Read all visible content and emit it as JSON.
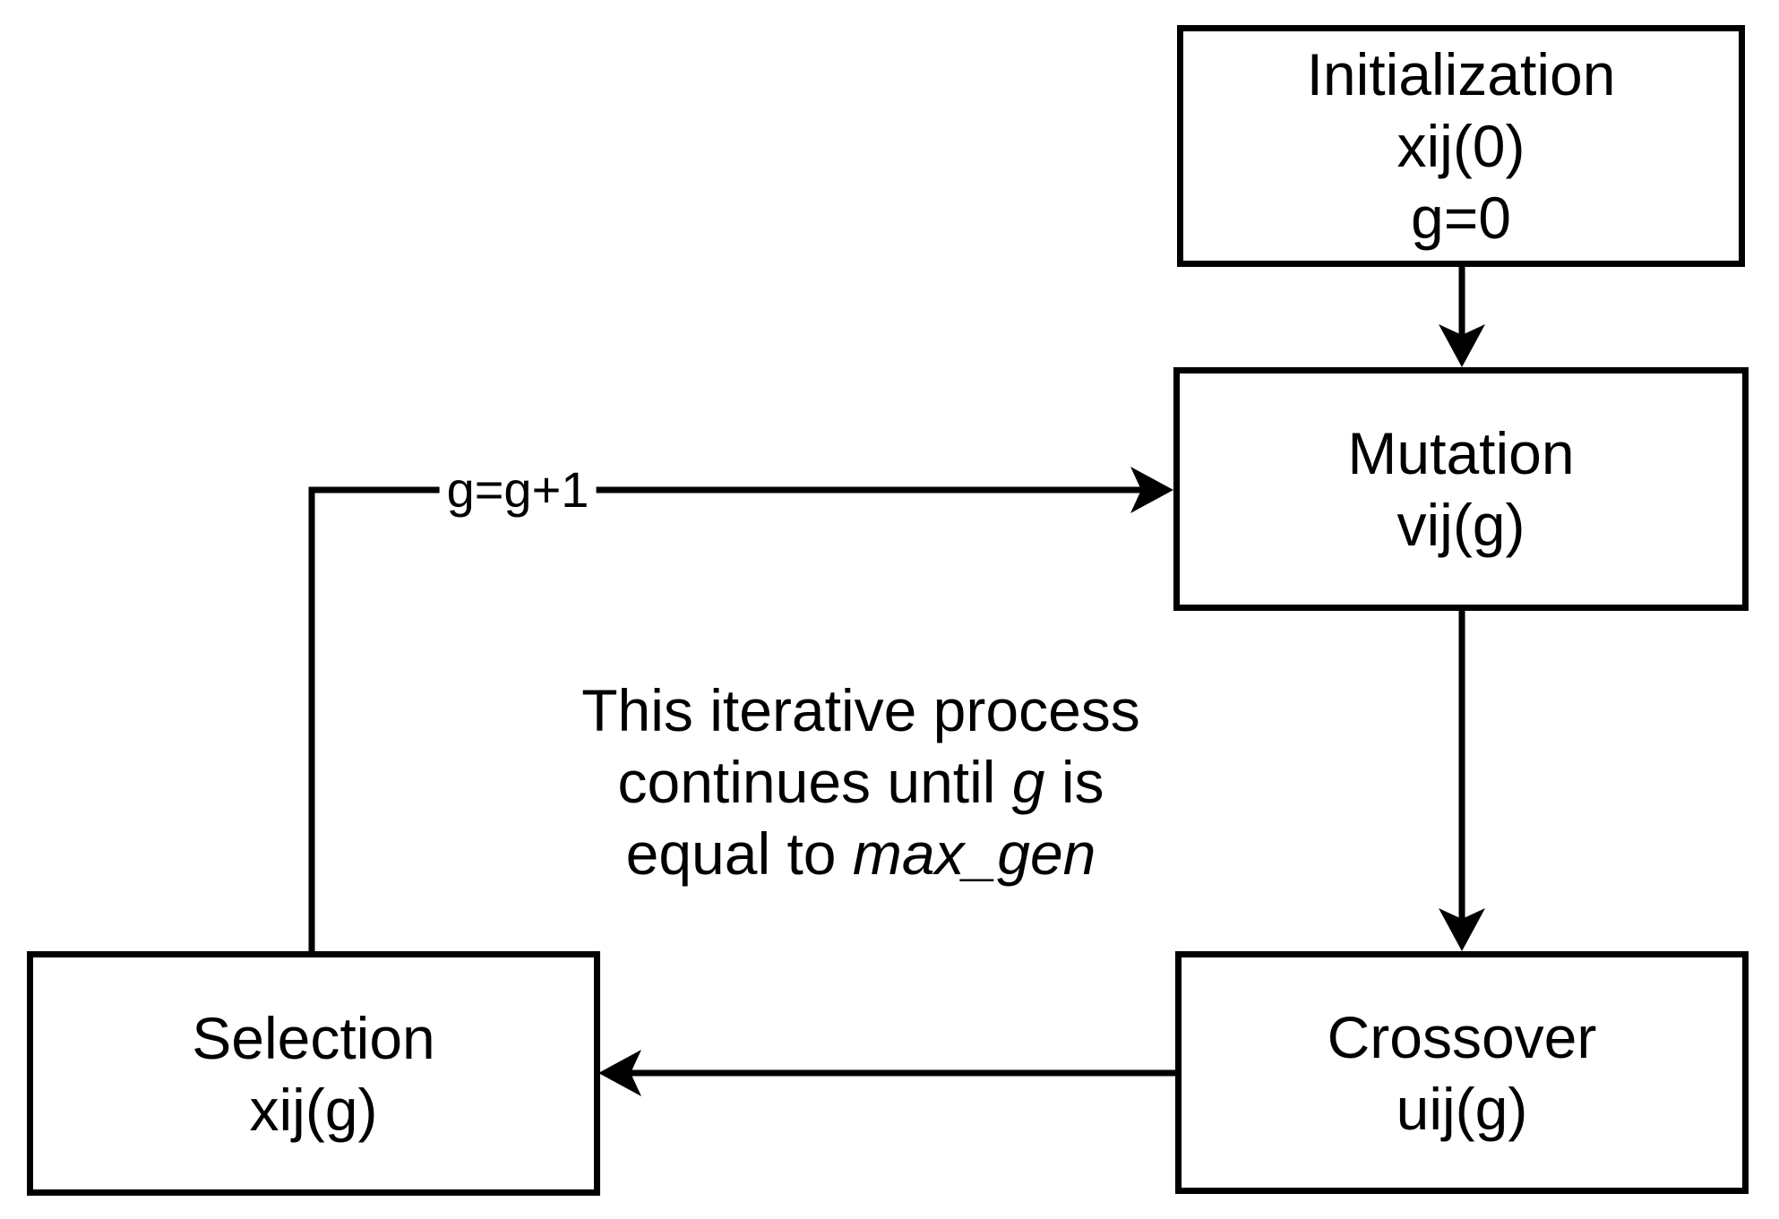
{
  "canvas": {
    "background": "#ffffff",
    "ink": "#000000"
  },
  "nodes": {
    "initialization": {
      "title": "Initialization",
      "line2": "xij(0)",
      "line3": "g=0"
    },
    "mutation": {
      "title": "Mutation",
      "line2": "vij(g)"
    },
    "crossover": {
      "title": "Crossover",
      "line2": "uij(g)"
    },
    "selection": {
      "title": "Selection",
      "line2": "xij(g)"
    }
  },
  "edges": {
    "loop_label": "g=g+1"
  },
  "note": {
    "line1": "This iterative process",
    "line2_pre": "continues until ",
    "line2_italic": "g",
    "line2_post": " is",
    "line3_pre": "equal to ",
    "line3_italic": "max_gen"
  }
}
